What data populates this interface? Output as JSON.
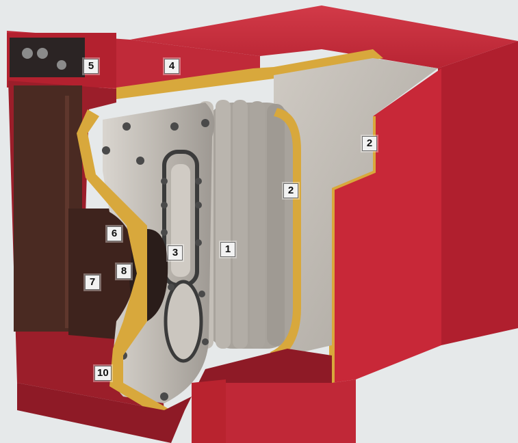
{
  "callouts": [
    {
      "id": "c1",
      "label": "1"
    },
    {
      "id": "c2a",
      "label": "2"
    },
    {
      "id": "c2b",
      "label": "2"
    },
    {
      "id": "c3",
      "label": "3"
    },
    {
      "id": "c4",
      "label": "4"
    },
    {
      "id": "c5",
      "label": "5"
    },
    {
      "id": "c6",
      "label": "6"
    },
    {
      "id": "c7",
      "label": "7"
    },
    {
      "id": "c8",
      "label": "8"
    },
    {
      "id": "c10",
      "label": "10"
    }
  ],
  "colors": {
    "casing_red": "#c9283a",
    "casing_dark": "#8e1a26",
    "insulation": "#d8a83c",
    "cast_iron": "#c7c2bb",
    "door_panel": "#4a2a22",
    "background": "#e6e9ea"
  }
}
